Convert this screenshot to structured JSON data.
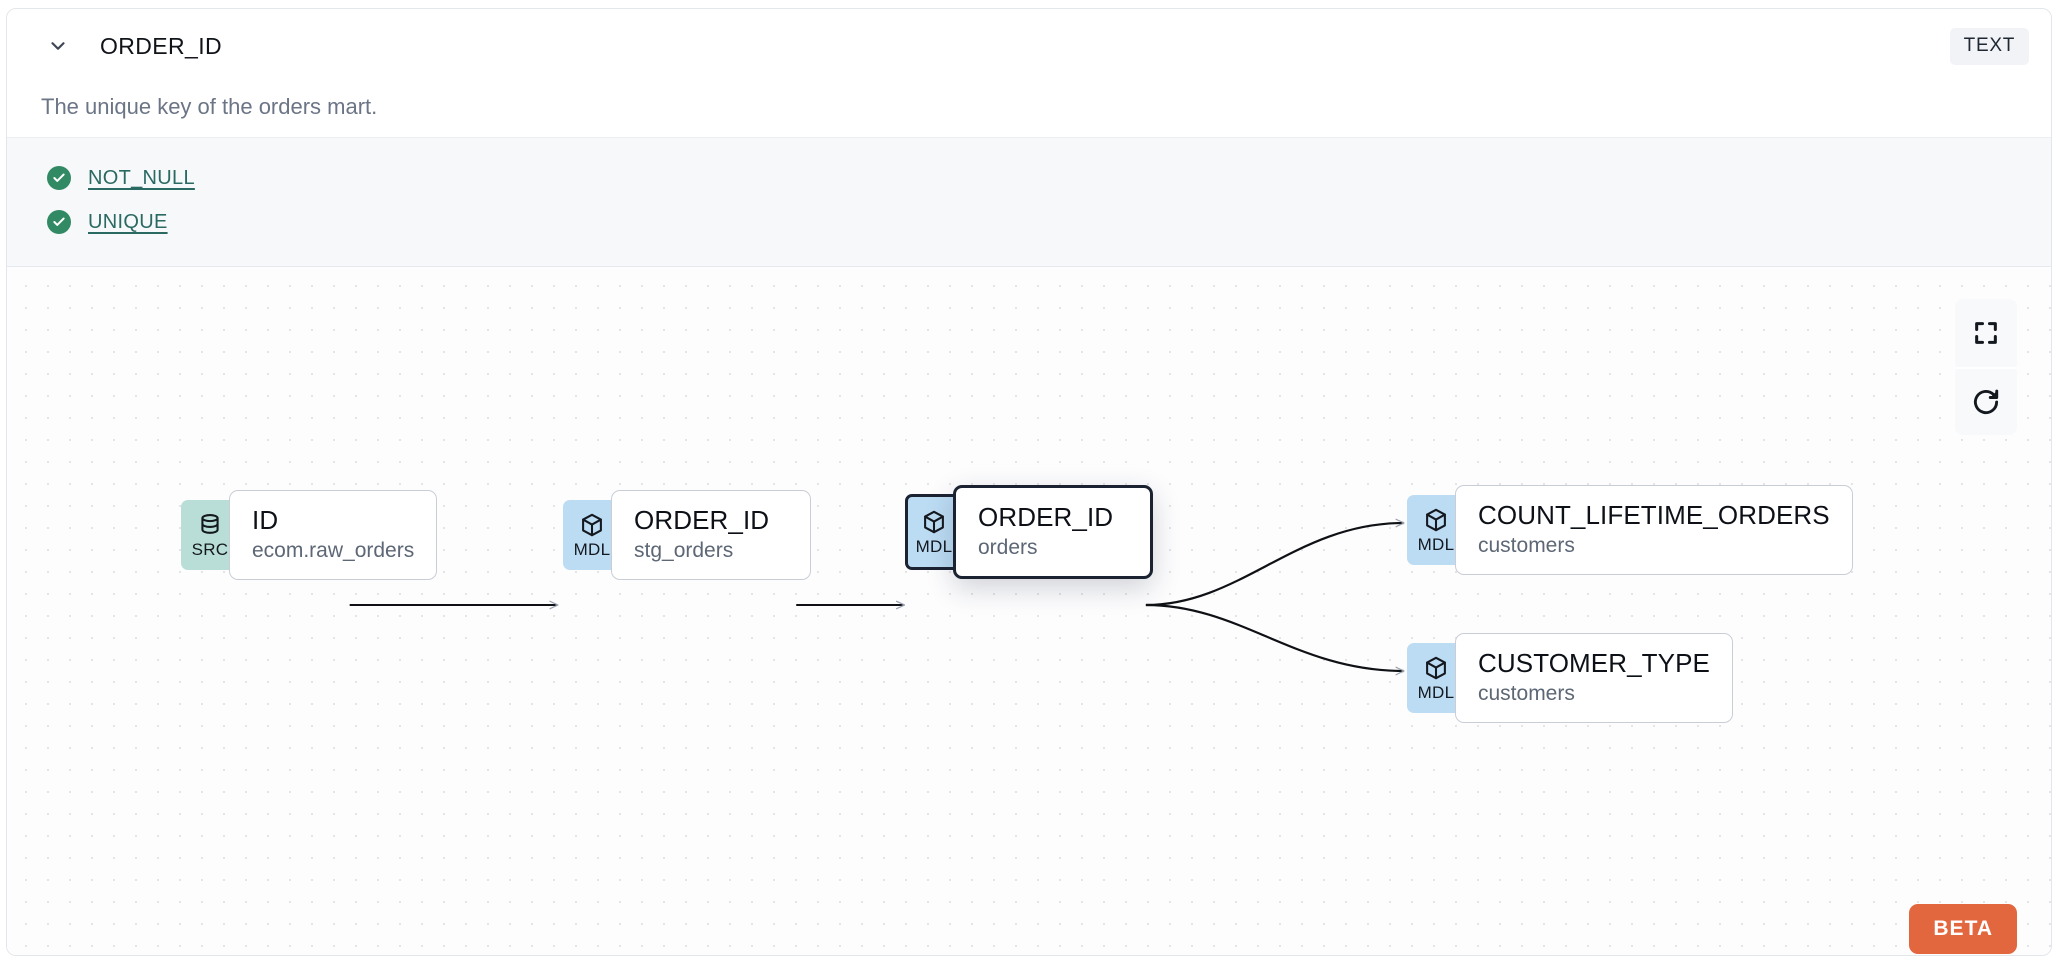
{
  "header": {
    "chevron_icon": "chevron-down-icon",
    "title": "ORDER_ID",
    "type_badge": "TEXT"
  },
  "description": "The unique key of the orders mart.",
  "tests": {
    "items": [
      {
        "label": "NOT_NULL",
        "status_icon": "check-circle-icon",
        "status": "passed"
      },
      {
        "label": "UNIQUE",
        "status_icon": "check-circle-icon",
        "status": "passed"
      }
    ]
  },
  "lineage": {
    "nodes": [
      {
        "id": "src-id",
        "badge": "SRC",
        "badge_icon": "database-icon",
        "name": "ID",
        "sub": "ecom.raw_orders",
        "selected": false
      },
      {
        "id": "stg-order-id",
        "badge": "MDL",
        "badge_icon": "cube-icon",
        "name": "ORDER_ID",
        "sub": "stg_orders",
        "selected": false
      },
      {
        "id": "orders-order-id",
        "badge": "MDL",
        "badge_icon": "cube-icon",
        "name": "ORDER_ID",
        "sub": "orders",
        "selected": true
      },
      {
        "id": "count-lifetime",
        "badge": "MDL",
        "badge_icon": "cube-icon",
        "name": "COUNT_LIFETIME_ORDERS",
        "sub": "customers",
        "selected": false
      },
      {
        "id": "customer-type",
        "badge": "MDL",
        "badge_icon": "cube-icon",
        "name": "CUSTOMER_TYPE",
        "sub": "customers",
        "selected": false
      }
    ],
    "controls": [
      {
        "id": "fit-view",
        "icon": "fullscreen-icon"
      },
      {
        "id": "refresh",
        "icon": "refresh-icon"
      }
    ],
    "beta_label": "BETA"
  },
  "colors": {
    "src_badge": "#b9ded8",
    "mdl_badge": "#bcdcf4",
    "test_pass": "#318a63",
    "test_link": "#2b6a63",
    "beta": "#e2663e",
    "selected_border": "#1b2232"
  }
}
